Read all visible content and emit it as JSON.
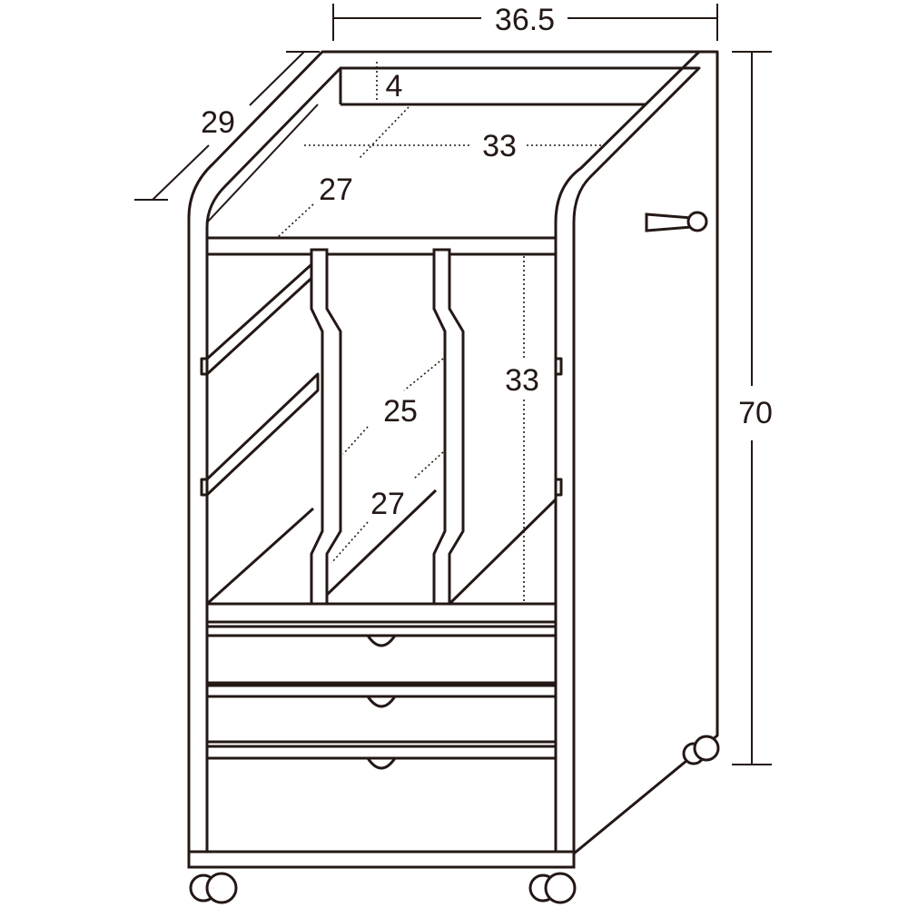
{
  "title": "Cabinet dimension drawing",
  "dimensions": {
    "width": "36.5",
    "depth": "29",
    "height": "70",
    "top_tray_depth": "4",
    "top_inner_width": "33",
    "top_inner_depth": "27",
    "divider_depth": "25",
    "shelf_depth": "27",
    "compartment_height": "33"
  },
  "colors": {
    "line": "#231815",
    "background": "#ffffff"
  }
}
